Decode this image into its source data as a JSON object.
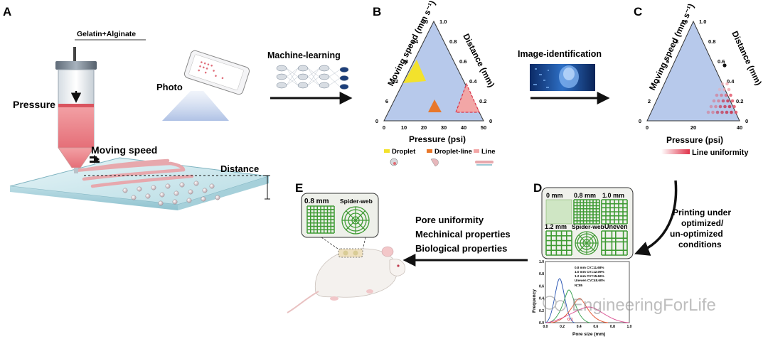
{
  "panels": {
    "a": {
      "letter": "A",
      "ink_label": "Gelatin+Alginate",
      "pressure_label": "Pressure",
      "photo_label": "Photo",
      "speed_label": "Moving speed",
      "distance_label": "Distance"
    },
    "b": {
      "letter": "B",
      "left_axis": "Moving speed  (mm s⁻¹)",
      "right_axis": "Distance (mm)",
      "bottom_axis": "Pressure (psi)",
      "left_ticks": [
        "30",
        "24",
        "18",
        "12",
        "6",
        "0"
      ],
      "right_ticks": [
        "1.0",
        "0.8",
        "0.6",
        "0.4",
        "0.2",
        "0"
      ],
      "bottom_ticks": [
        "0",
        "10",
        "20",
        "30",
        "40",
        "50"
      ],
      "legend": [
        "Droplet",
        "Droplet-line",
        "Line"
      ],
      "colors": {
        "fill": "#b6c9ea",
        "droplet": "#f2e12e",
        "droplet_line": "#e87a2c",
        "line": "#f2a6a6"
      }
    },
    "c": {
      "letter": "C",
      "left_axis": "Moving speed (mm s⁻¹)",
      "right_axis": "Distance (mm)",
      "bottom_axis": "Pressure (psi)",
      "left_ticks": [
        "10",
        "8",
        "6",
        "4",
        "2",
        "0"
      ],
      "right_ticks": [
        "1.0",
        "0.8",
        "0.6",
        "0.4",
        "0.2",
        "0"
      ],
      "bottom_ticks": [
        "0",
        "20",
        "40"
      ],
      "legend": "Line uniformity"
    },
    "d": {
      "letter": "D",
      "grid_labels": [
        "0 mm",
        "0.8 mm",
        "1.0 mm",
        "1.2 mm",
        "Spider-web",
        "Uneven"
      ],
      "printing_label": "Printing under optimized/ un-optimized conditions",
      "stats": [
        "0.8 mm  CV=11.68%",
        "1.0 mm  CV=12.09%",
        "1.2 mm  CV=15.66%",
        "Uneven  CV=48.60%",
        "N=85"
      ],
      "xlabel": "Pore size (mm)",
      "ylabel": "Frequency",
      "y_ticks": [
        "1.0",
        "0.8",
        "0.6",
        "0.4",
        "0.2",
        "0.0"
      ],
      "x_ticks": [
        "0.0",
        "0.2",
        "0.4",
        "0.6",
        "0.8",
        "1.0"
      ],
      "marker": "0.1"
    },
    "e": {
      "letter": "E",
      "scaffolds": [
        "0.8 mm",
        "Spider-web"
      ],
      "properties": [
        "Pore uniformity",
        "Mechinical properties",
        "Biological properties"
      ]
    }
  },
  "flow": {
    "machine_learning": "Machine-learning",
    "image_identification": "Image-identification"
  },
  "watermark": "EngineeringForLife"
}
